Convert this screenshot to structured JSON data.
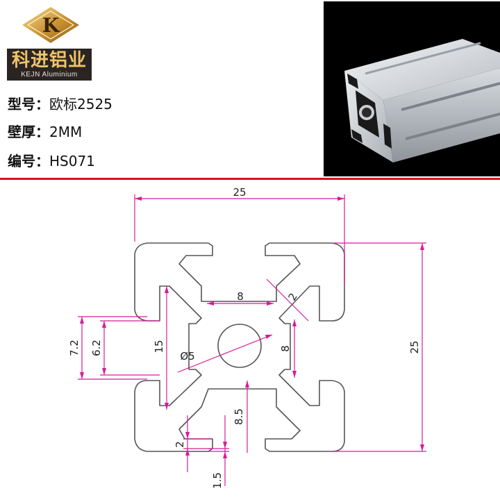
{
  "header": {
    "logo": {
      "mark": "K",
      "chinese_name": "科进铝业",
      "english_name": "KEJN Aluminium"
    },
    "specs": [
      {
        "label": "型号：",
        "value": "欧标2525"
      },
      {
        "label": "壁厚：",
        "value": "2MM"
      },
      {
        "label": "编号：",
        "value": "HS071"
      }
    ]
  },
  "drawing": {
    "dimensions": {
      "overall_width": "25",
      "overall_height": "25",
      "inner_square_width": "8",
      "inner_square_height": "8",
      "wall_thickness": "2",
      "center_hole": "Ø5",
      "slot_opening_outer": "7.2",
      "slot_opening_inner": "6.2",
      "slot_depth": "15",
      "slot_depth_lower": "8.5",
      "lip_thickness": "2",
      "lip_offset": "1.5"
    }
  },
  "colors": {
    "divider": "#d3121c",
    "dimension_line": "#d81b9a",
    "profile_outline": "#555555",
    "logo_gold": "#f0c46a"
  }
}
